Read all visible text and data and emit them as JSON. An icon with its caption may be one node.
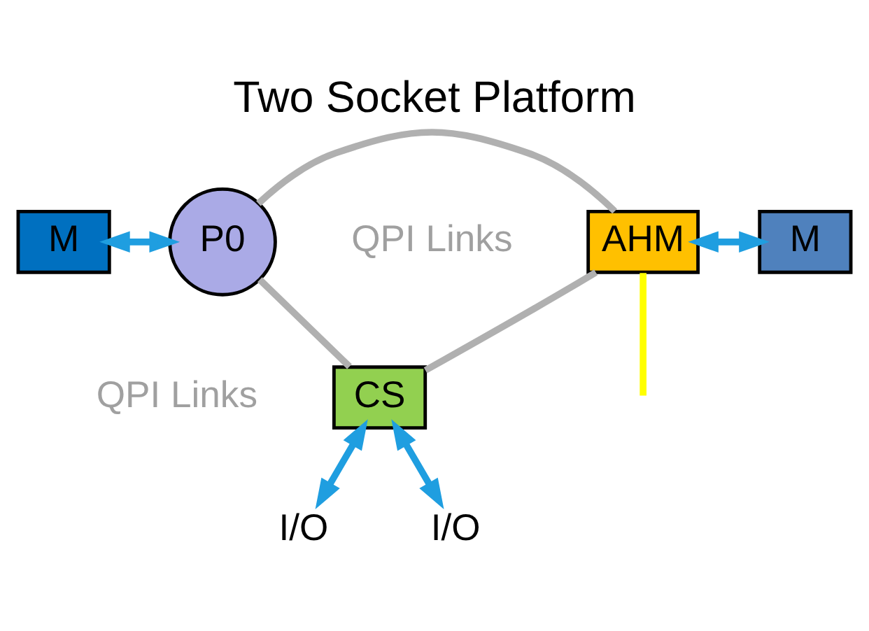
{
  "diagram": {
    "title": "Two Socket Platform",
    "nodes": [
      {
        "text": [
          "M"
        ]
      },
      {
        "text": [
          "P0"
        ]
      },
      {
        "text": [
          "AHM"
        ]
      },
      {
        "text": [
          "M"
        ]
      },
      {
        "text": [
          "CS"
        ]
      },
      {
        "text": [
          "I/O"
        ]
      },
      {
        "text": [
          "I/O"
        ]
      }
    ],
    "edges": [
      {
        "from": 0,
        "to": 1,
        "arrow": "both"
      },
      {
        "from": 1,
        "to": 2,
        "arrow": "none",
        "color": "#b0b0b0"
      },
      {
        "from": 2,
        "to": 3,
        "arrow": "both"
      },
      {
        "from": 1,
        "to": 4,
        "arrow": "none",
        "color": "#b0b0b0"
      },
      {
        "from": 2,
        "to": 4,
        "arrow": "none",
        "color": "#b0b0b0"
      },
      {
        "from": 4,
        "to": 5,
        "arrow": "both"
      },
      {
        "from": 4,
        "to": 6,
        "arrow": "both"
      },
      {
        "from": 2,
        "to": null,
        "arrow": "none",
        "color": "#ffff00"
      }
    ],
    "labels": [
      "QPI Links",
      "QPI Links"
    ]
  }
}
